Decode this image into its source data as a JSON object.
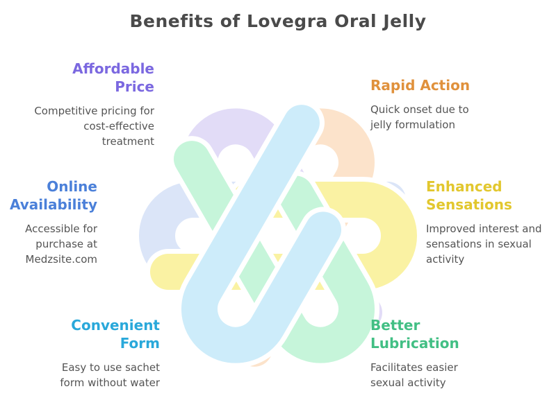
{
  "page": {
    "title": "Benefits of Lovegra Oral Jelly",
    "title_color": "#4a4a4a",
    "background_color": "#ffffff",
    "description_color": "#545454"
  },
  "knot": {
    "outline_color": "#ffffff",
    "petals": [
      {
        "id": "online-availability",
        "angle_deg": 180,
        "color": "#dbe5f8"
      },
      {
        "id": "affordable-price",
        "angle_deg": 240,
        "color": "#e2dcf7"
      },
      {
        "id": "rapid-action",
        "angle_deg": 300,
        "color": "#fce3cb"
      },
      {
        "id": "enhanced-sensations",
        "angle_deg": 0,
        "color": "#faf2a3"
      },
      {
        "id": "better-lubrication",
        "angle_deg": 60,
        "color": "#c6f5da"
      },
      {
        "id": "convenient-form",
        "angle_deg": 120,
        "color": "#cdecfa"
      }
    ]
  },
  "benefits": [
    {
      "id": "affordable-price",
      "title": "Affordable\nPrice",
      "description": "Competitive pricing for\ncost-effective\ntreatment",
      "color": "#7b68e0"
    },
    {
      "id": "rapid-action",
      "title": "Rapid Action",
      "description": "Quick onset due to\njelly formulation",
      "color": "#e0913c"
    },
    {
      "id": "online-availability",
      "title": "Online\nAvailability",
      "description": "Accessible for\npurchase at\nMedzsite.com",
      "color": "#4b80d9"
    },
    {
      "id": "enhanced-sensations",
      "title": "Enhanced\nSensations",
      "description": "Improved interest and\nsensations in sexual\nactivity",
      "color": "#e2c72e"
    },
    {
      "id": "convenient-form",
      "title": "Convenient\nForm",
      "description": "Easy to use sachet\nform without water",
      "color": "#29a8da"
    },
    {
      "id": "better-lubrication",
      "title": "Better\nLubrication",
      "description": "Facilitates easier\nsexual activity",
      "color": "#42bf84"
    }
  ]
}
